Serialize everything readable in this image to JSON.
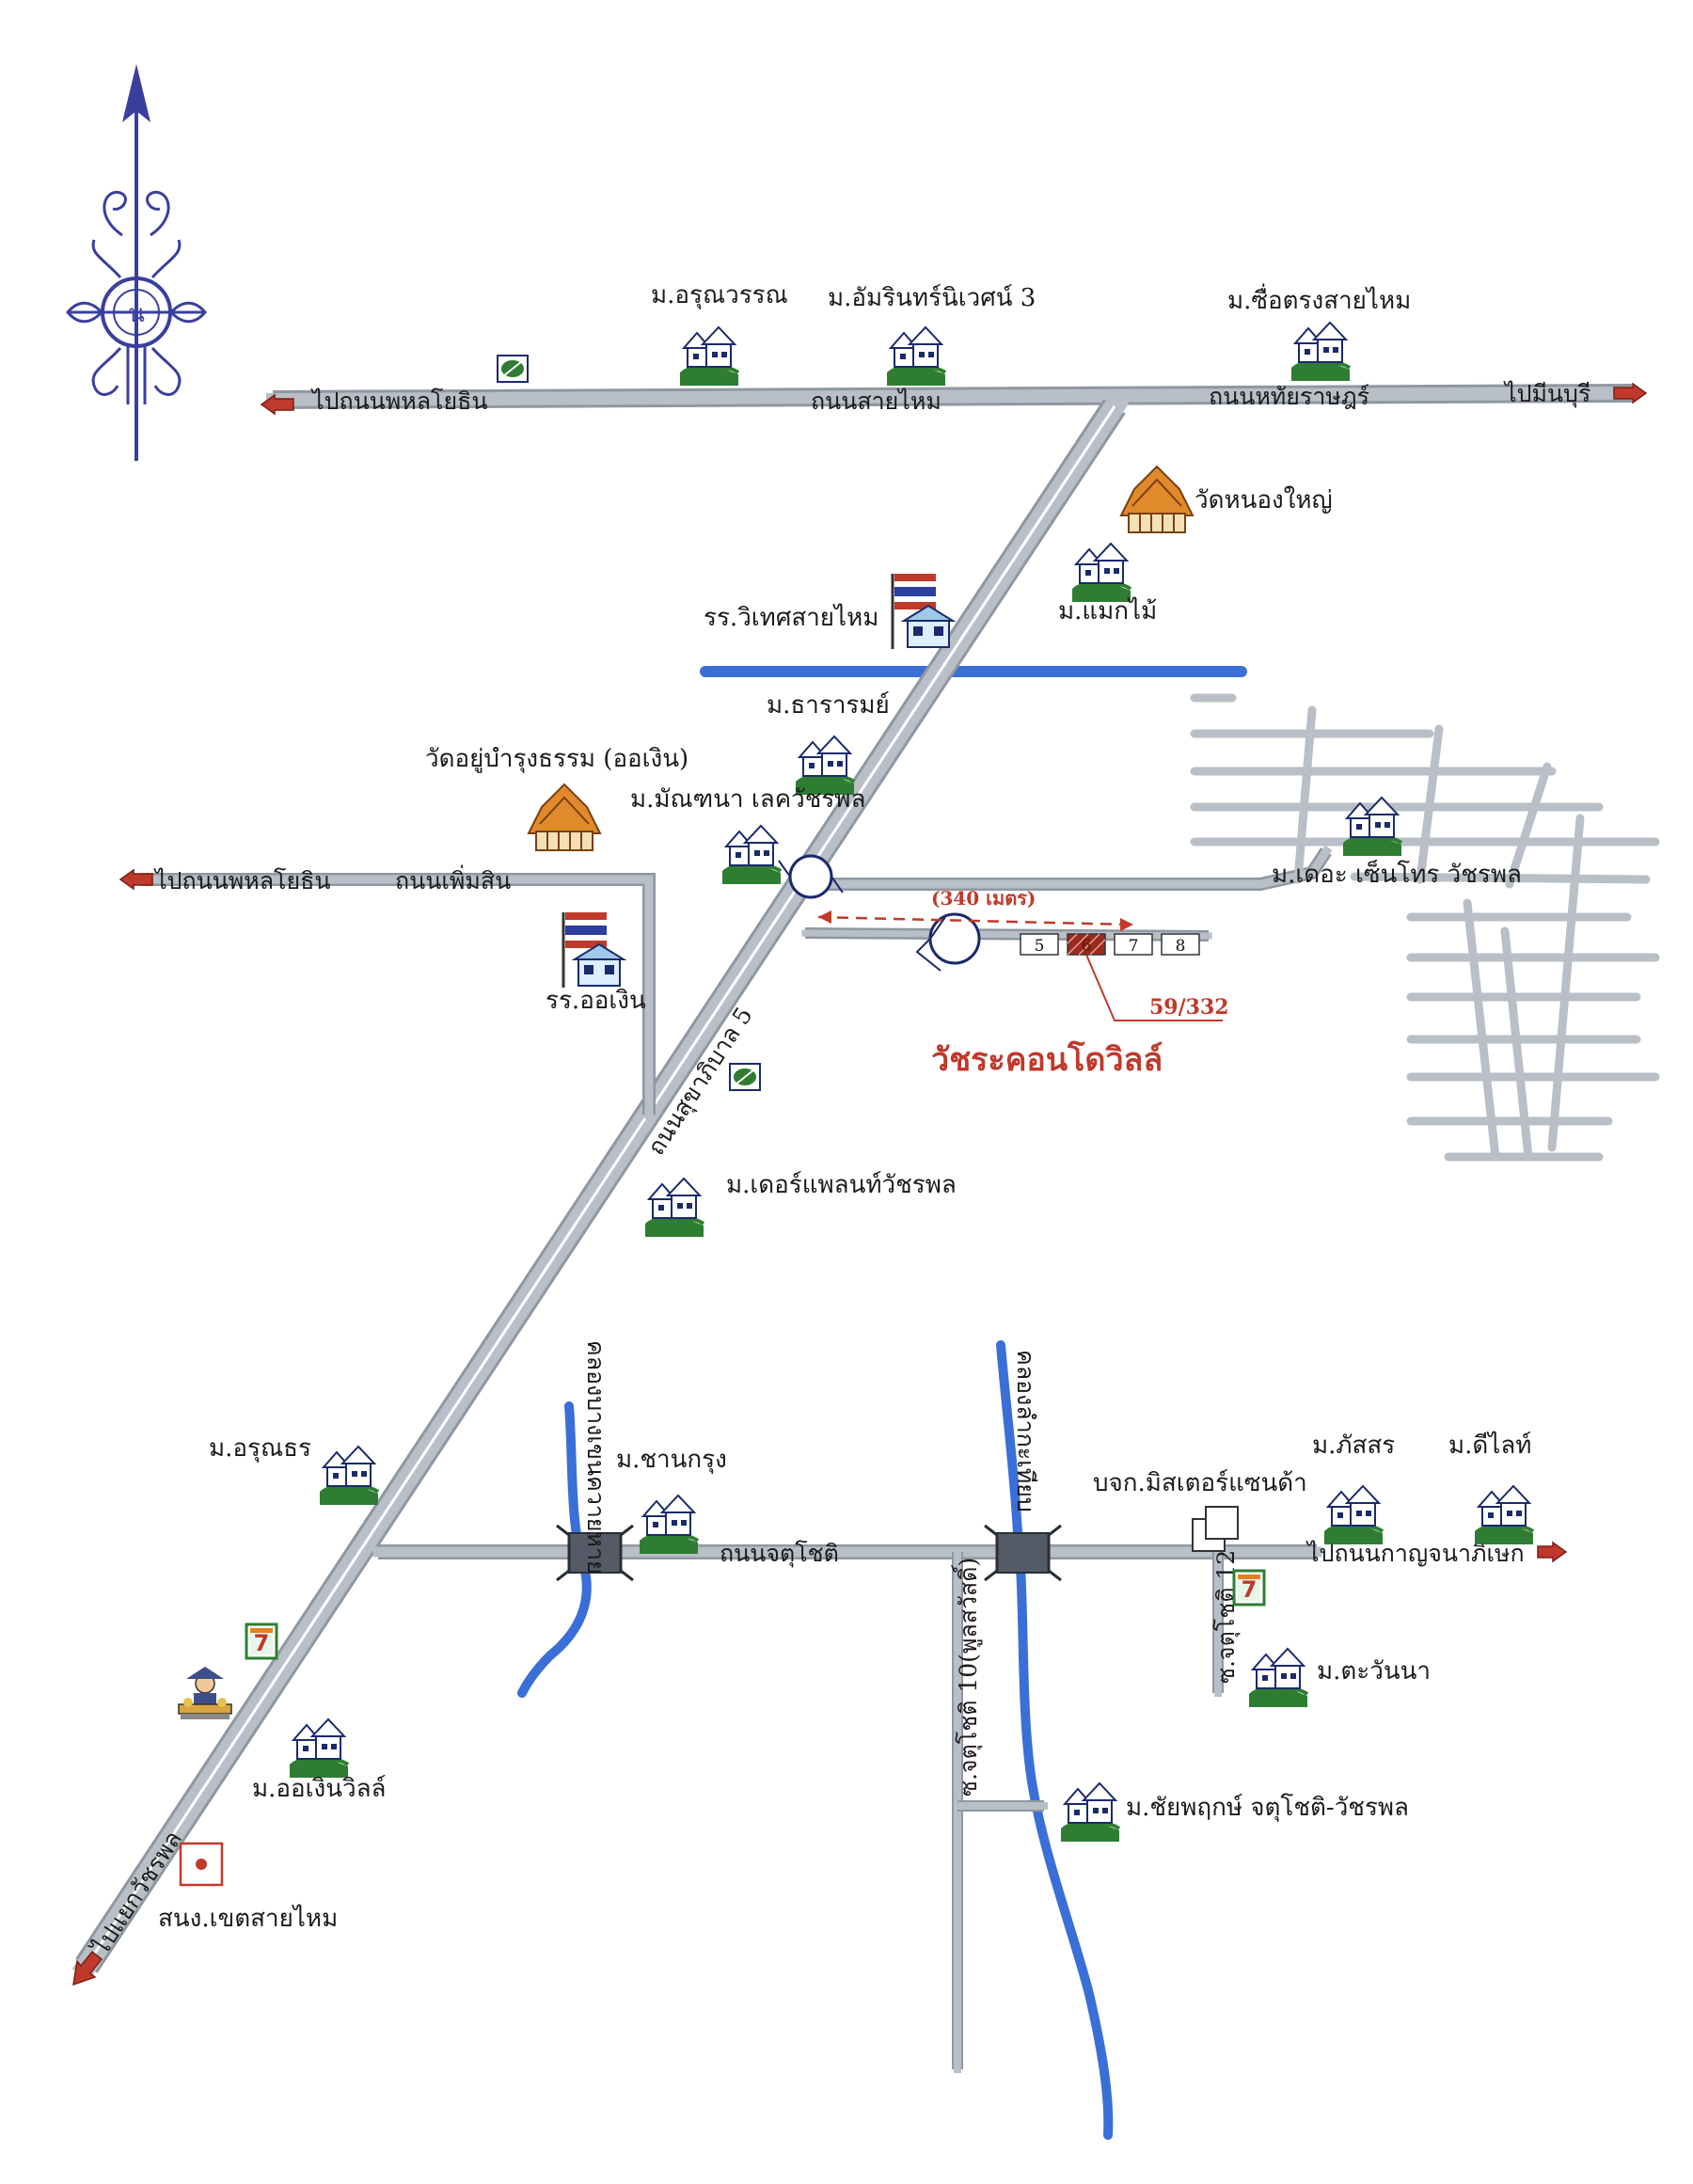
{
  "compass": {
    "north_letter": "น"
  },
  "roads": {
    "sai_mai": "ถนนสายไหม",
    "hathai_rat": "ถนนหทัยราษฎร์",
    "to_phahon_top": "ไปถนนพหลโยธิน",
    "to_min_buri": "ไปมีนบุรี",
    "phoem_sin": "ถนนเพิ่มสิน",
    "to_phahon_mid": "ไปถนนพหลโยธิน",
    "sukhaphiban_5": "ถนนสุขาภิบาล 5",
    "chatuchot": "ถนนจตุโชติ",
    "to_kanchanaphisek": "ไปถนนกาญจนาภิเษก",
    "to_watcharaphon": "ไปแยกวัชรพล",
    "soi_chatuchot_10": "ซ.จตุโชติ 10(พูลสวัสดิ์)",
    "soi_chatuchot_12": "ซ.จตุโชติ 12",
    "canal_left": "คลองบางเขนควายหาย",
    "canal_right": "คลองลำกะเทียบ"
  },
  "places": {
    "arunwan": "ม.อรุณวรรณ",
    "amarin_niwet": "ม.อัมรินทร์นิเวศน์ 3",
    "suetrong": "ม.ซื่อตรงสายไหม",
    "wat_nong_yai": "วัดหนองใหญ่",
    "maekmai": "ม.แมกไม้",
    "school_witet": "รร.วิเทศสายไหม",
    "thararom": "ม.ธารารมย์",
    "wat_yu_bamrung": "วัดอยู่บำรุงธรรม (ออเงิน)",
    "montana": "ม.มัณฑนา เลควัชรพล",
    "the_centro": "ม.เดอะ เซ็นโทร วัชรพล",
    "school_o_ngoen": "รร.ออเงิน",
    "the_plant": "ม.เดอร์แพลนท์วัชรพล",
    "arunthon": "ม.อรุณธร",
    "chan_krung": "ม.ชานกรุง",
    "phatsorn": "ม.ภัสสร",
    "delight": "ม.ดีไลท์",
    "mister_panda": "บจก.มิสเตอร์แซนด้า",
    "tawanna": "ม.ตะวันนา",
    "o_ngoen_ville": "ม.ออเงินวิลล์",
    "chaiyaphruek": "ม.ชัยพฤกษ์ จตุโชติ-วัชรพล",
    "police_station": "สนง.เขตสายไหม"
  },
  "project": {
    "distance": "(340 เมตร)",
    "units": [
      "5",
      "6",
      "7",
      "8"
    ],
    "highlighted_unit": "6",
    "address": "59/332",
    "name": "วัชระคอนโดวิลล์"
  },
  "colors": {
    "road_fill": "#b9bfc7",
    "canal": "#3a6fd8",
    "compass": "#3a3f9e",
    "accent_red": "#c0392b",
    "house_green": "#2e7d32"
  }
}
